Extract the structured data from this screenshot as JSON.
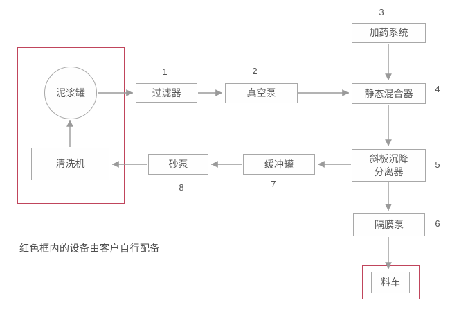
{
  "diagram": {
    "nodes": {
      "mud_tank": {
        "label": "泥浆罐"
      },
      "washer": {
        "label": "清洗机"
      },
      "filter": {
        "label": "过滤器",
        "num": "1"
      },
      "vacuum_pump": {
        "label": "真空泵",
        "num": "2"
      },
      "dosing_system": {
        "label": "加药系统",
        "num": "3"
      },
      "static_mixer": {
        "label": "静态混合器",
        "num": "4"
      },
      "separator": {
        "label": "斜板沉降\n分离器",
        "num": "5"
      },
      "diaphragm_pump": {
        "label": "隔膜泵",
        "num": "6"
      },
      "buffer_tank": {
        "label": "缓冲罐",
        "num": "7"
      },
      "sand_pump": {
        "label": "砂泵",
        "num": "8"
      },
      "cart": {
        "label": "料车"
      }
    },
    "note": "红色框内的设备由客户自行配备",
    "colors": {
      "red_frame": "#c0455c",
      "box_border": "#a8a8a8",
      "arrow": "#9a9a9a",
      "text": "#595959"
    }
  }
}
